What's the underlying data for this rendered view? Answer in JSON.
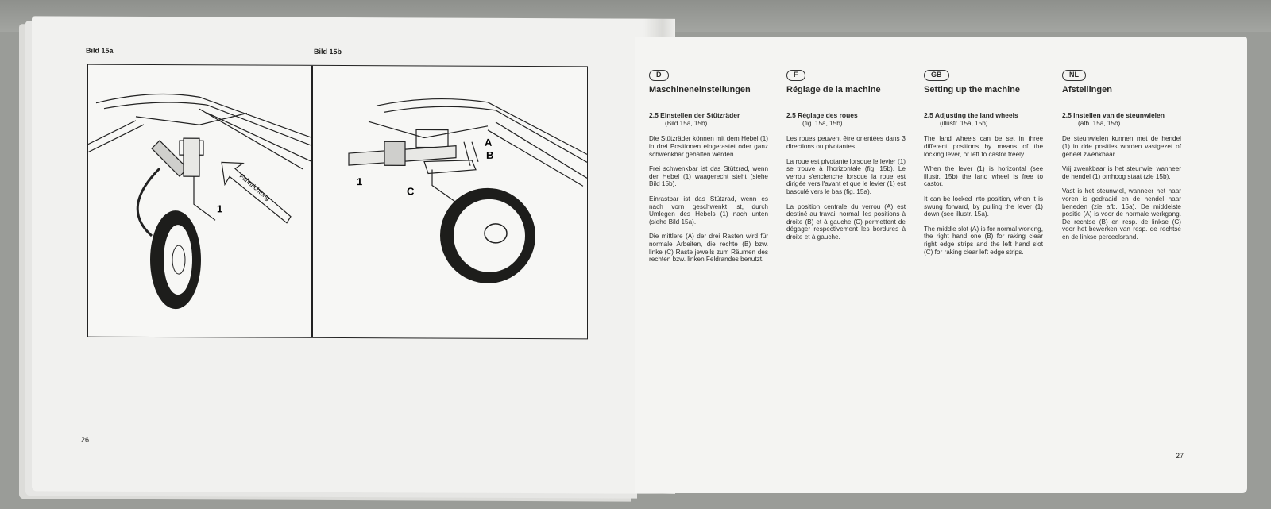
{
  "left_page": {
    "fig_a_title": "Bild 15a",
    "fig_b_title": "Bild 15b",
    "fig_a_callout": "1",
    "fig_a_arrow_text": "Fahrtrichtung",
    "fig_b_callouts": {
      "a": "A",
      "b": "B",
      "one": "1",
      "c": "C"
    },
    "page_number": "26"
  },
  "right_page": {
    "page_number": "27",
    "columns": [
      {
        "lang": "D",
        "heading": "Maschineneinstellungen",
        "section_title": "2.5 Einstellen der Stützräder",
        "section_ref": "(Bild 15a, 15b)",
        "paragraphs": [
          "Die Stützräder können mit dem Hebel (1) in drei Positionen eingerastet oder ganz schwenkbar gehalten werden.",
          "Frei schwenkbar ist das Stützrad, wenn der Hebel (1) waagerecht steht (siehe Bild 15b).",
          "Einrastbar ist das Stützrad, wenn es nach vorn geschwenkt ist, durch Umlegen des Hebels (1) nach unten (siehe Bild 15a).",
          "Die mittlere (A) der drei Rasten wird für normale Arbeiten, die rechte (B) bzw. linke (C) Raste jeweils zum Räumen des rechten bzw. linken Feldrandes benutzt."
        ]
      },
      {
        "lang": "F",
        "heading": "Réglage de la machine",
        "section_title": "2.5 Réglage des roues",
        "section_ref": "(fig. 15a, 15b)",
        "paragraphs": [
          "Les roues peuvent être orientées dans 3 directions ou pivotantes.",
          "La roue est pivotante lorsque le levier (1) se trouve à l'horizontale (fig. 15b). Le verrou s'enclenche lorsque la roue est dirigée vers l'avant et que le levier (1) est basculé vers le bas (fig. 15a).",
          "La position centrale du verrou (A) est destiné au travail normal, les positions à droite (B) et à gauche (C) permettent de dégager respectivement les bordures à droite et à gauche."
        ]
      },
      {
        "lang": "GB",
        "heading": "Setting up the machine",
        "section_title": "2.5 Adjusting the land wheels",
        "section_ref": "(illustr. 15a, 15b)",
        "paragraphs": [
          "The land wheels can be set in three different positions by means of the locking lever, or left to castor freely.",
          "When the lever (1) is horizontal (see illustr. 15b) the land wheel is free to castor.",
          "It can be locked into position, when it is swung forward, by pulling the lever (1) down (see illustr. 15a).",
          "The middle slot (A) is for normal working, the right hand one (B) for raking clear right edge strips and the left hand slot (C) for raking clear left edge strips."
        ]
      },
      {
        "lang": "NL",
        "heading": "Afstellingen",
        "section_title": "2.5 Instellen van de steunwielen",
        "section_ref": "(afb. 15a, 15b)",
        "paragraphs": [
          "De steunwielen kunnen met de hendel (1) in drie posities worden vastgezet of geheel zwenkbaar.",
          "Vrij zwenkbaar is het steunwiel wanneer de hendel (1) omhoog staat (zie 15b).",
          "Vast is het steunwiel, wanneer het naar voren is gedraaid en de hendel naar beneden (zie afb. 15a). De middelste positie (A) is voor de normale werkgang. De rechtse (B) en resp. de linkse (C) voor het bewerken van resp. de rechtse en de linkse perceelsrand."
        ]
      }
    ]
  },
  "colors": {
    "ink": "#1d1d1b",
    "paper": "#f4f4f2",
    "background": "#9a9c98"
  }
}
